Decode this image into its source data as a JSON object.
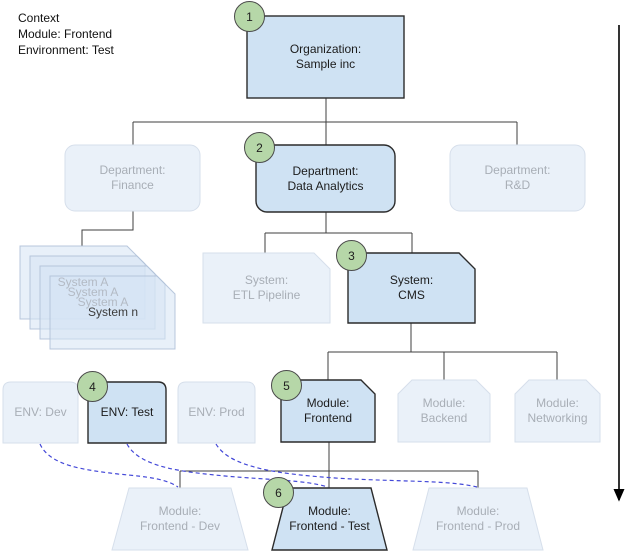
{
  "context": {
    "line1": "Context",
    "line2": "Module: Frontend",
    "line3": "Environment: Test"
  },
  "steps": [
    "1",
    "2",
    "3",
    "4",
    "5",
    "6"
  ],
  "nodes": {
    "org": {
      "line1": "Organization:",
      "line2": "Sample inc"
    },
    "dept_finance": {
      "line1": "Department:",
      "line2": "Finance"
    },
    "dept_data_analytics": {
      "line1": "Department:",
      "line2": "Data Analytics"
    },
    "dept_rnd": {
      "line1": "Department:",
      "line2": "R&D"
    },
    "system_stack": {
      "items": [
        "System A",
        "System A",
        "System A",
        "System n"
      ]
    },
    "system_etl": {
      "line1": "System:",
      "line2": "ETL Pipeline"
    },
    "system_cms": {
      "line1": "System:",
      "line2": "CMS"
    },
    "env_dev": {
      "line1": "ENV: Dev"
    },
    "env_test": {
      "line1": "ENV: Test"
    },
    "env_prod": {
      "line1": "ENV: Prod"
    },
    "module_frontend": {
      "line1": "Module:",
      "line2": "Frontend"
    },
    "module_backend": {
      "line1": "Module:",
      "line2": "Backend"
    },
    "module_networking": {
      "line1": "Module:",
      "line2": "Networking"
    },
    "deploy_frontend_dev": {
      "line1": "Module:",
      "line2": "Frontend - Dev"
    },
    "deploy_frontend_test": {
      "line1": "Module:",
      "line2": "Frontend - Test"
    },
    "deploy_frontend_prod": {
      "line1": "Module:",
      "line2": "Frontend - Prod"
    }
  },
  "colors": {
    "highlight_fill": "#cfe2f3",
    "highlight_border": "#2b2b2b",
    "faded_fill": "#eaf1f9",
    "faded_border": "#d6dfeb",
    "faded_text": "#a8aeb6",
    "badge_fill": "#b6d7a8",
    "badge_border": "#4a4a4a",
    "dashed_link": "#4348d8",
    "connector": "#3f3f3f",
    "arrow": "#000000"
  }
}
